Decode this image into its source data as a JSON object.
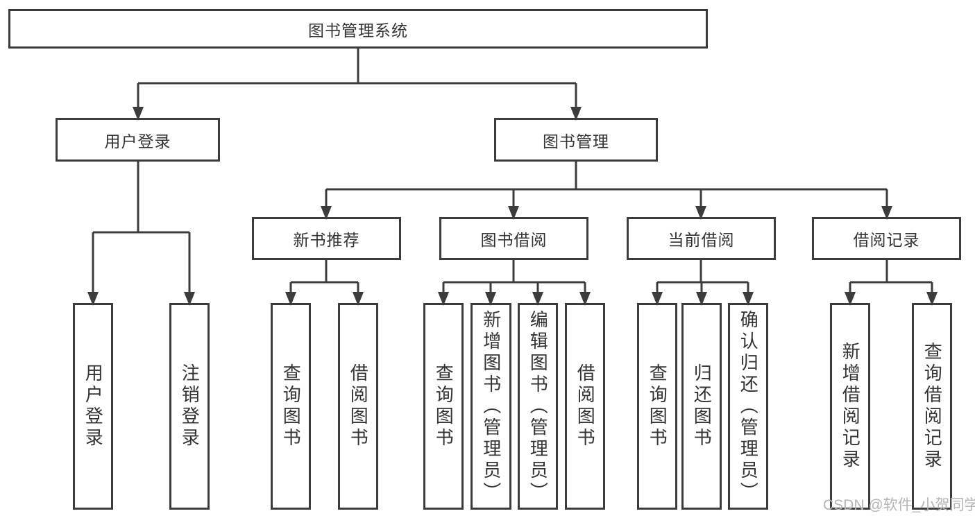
{
  "colors": {
    "line": "#3c3c3c",
    "text": "#333333",
    "watermark": "#b5b5b5",
    "background": "#ffffff"
  },
  "watermark": {
    "text": "CSDN @软件_小贺同学"
  },
  "tree": {
    "label": "图书管理系统",
    "children": [
      {
        "label": "用户登录",
        "children": [
          {
            "label": "用户登录"
          },
          {
            "label": "注销登录"
          }
        ]
      },
      {
        "label": "图书管理",
        "children": [
          {
            "label": "新书推荐",
            "children": [
              {
                "label": "查询图书"
              },
              {
                "label": "借阅图书"
              }
            ]
          },
          {
            "label": "图书借阅",
            "children": [
              {
                "label": "查询图书"
              },
              {
                "label": "新增图书（管理员）"
              },
              {
                "label": "编辑图书（管理员）"
              },
              {
                "label": "借阅图书"
              }
            ]
          },
          {
            "label": "当前借阅",
            "children": [
              {
                "label": "查询图书"
              },
              {
                "label": "归还图书"
              },
              {
                "label": "确认归还（管理员）"
              }
            ]
          },
          {
            "label": "借阅记录",
            "children": [
              {
                "label": "新增借阅记录"
              },
              {
                "label": "查询借阅记录"
              }
            ]
          }
        ]
      }
    ]
  }
}
